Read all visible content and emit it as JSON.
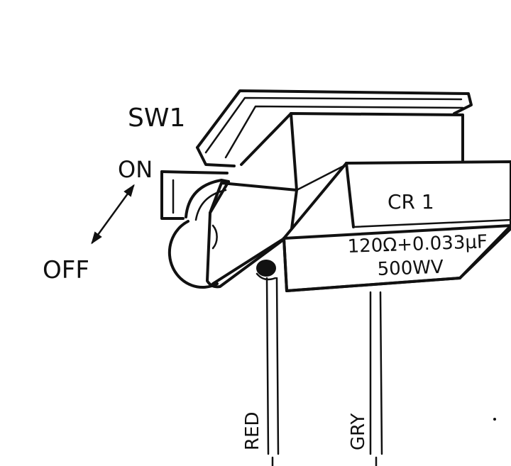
{
  "labels": {
    "switch": "SW1",
    "on": "ON",
    "off": "OFF",
    "component": "CR 1",
    "value_line1": "120Ω+0.033µF",
    "value_line2": "500WV",
    "wire_left": "RED",
    "wire_right": "GRY"
  },
  "colors": {
    "ink": "#111111",
    "paper": "#ffffff"
  }
}
